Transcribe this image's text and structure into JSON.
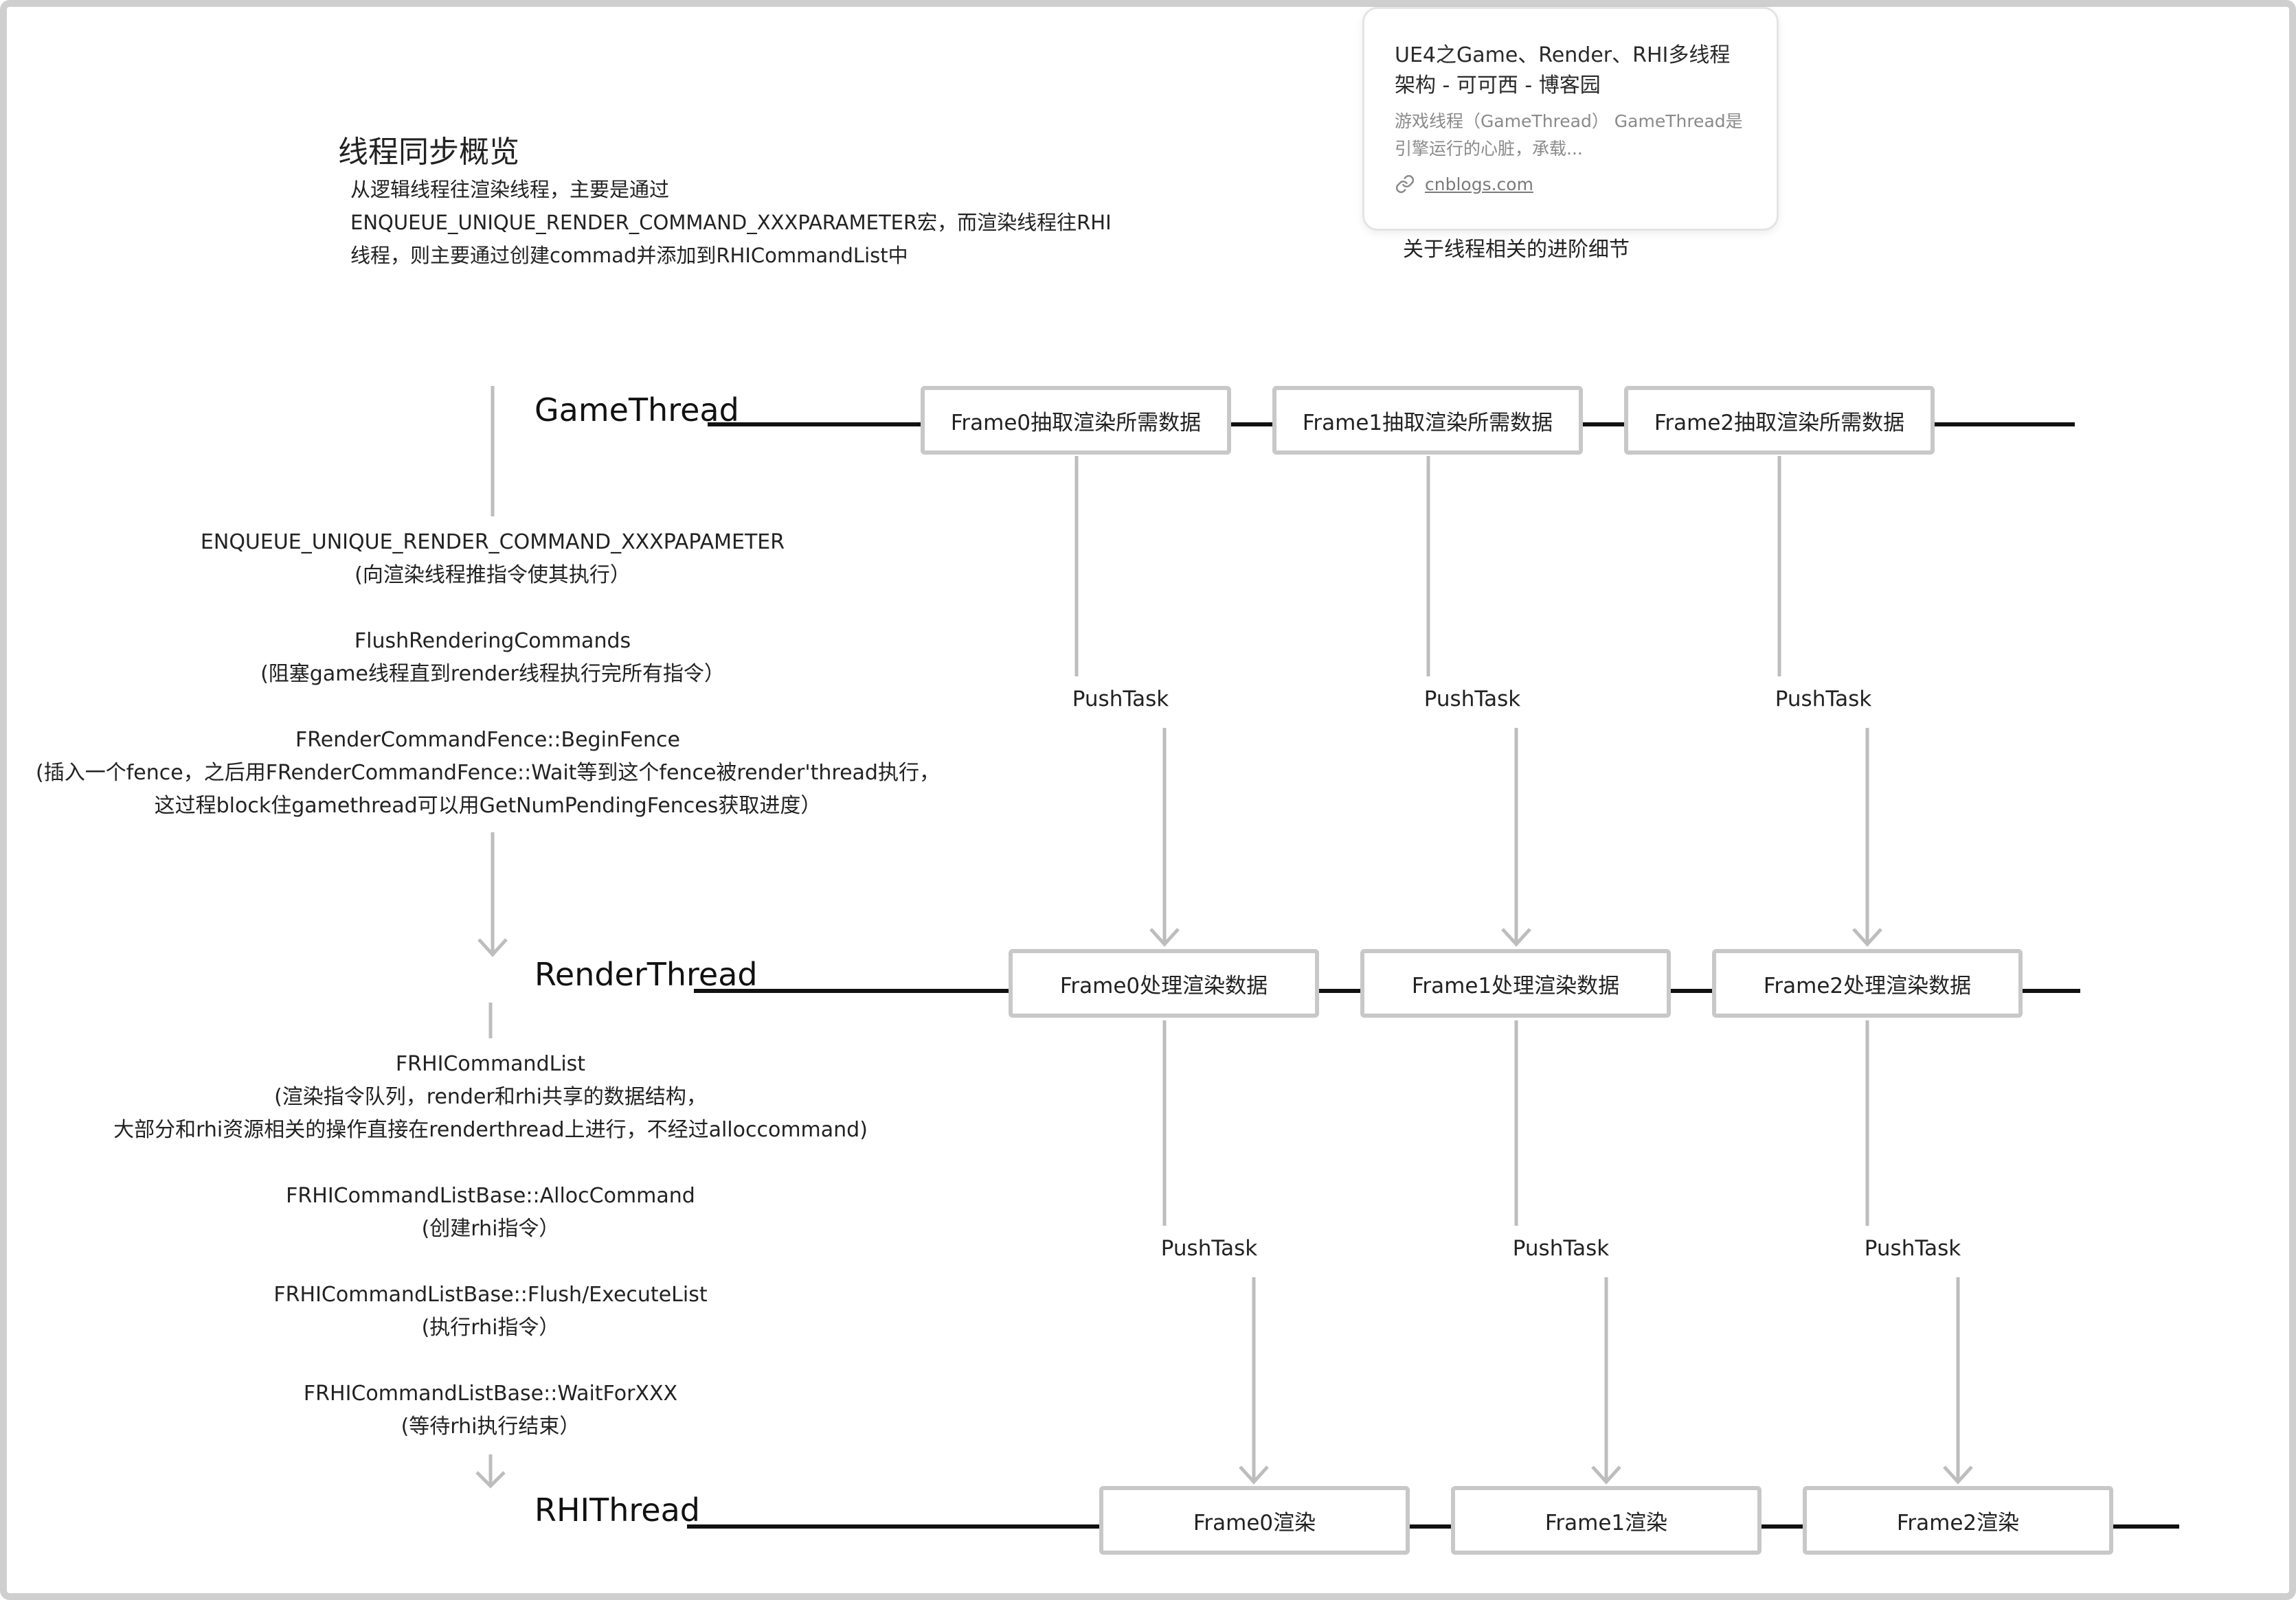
{
  "overview": {
    "title": "线程同步概览",
    "intro": [
      "从逻辑线程往渲染线程，主要是通过",
      "ENQUEUE_UNIQUE_RENDER_COMMAND_XXXPARAMETER宏，而渲染线程往RHI",
      "线程，则主要通过创建commad并添加到RHICommandList中"
    ]
  },
  "link_card": {
    "title": "UE4之Game、Render、RHI多线程架构 - 可可西 - 博客园",
    "description": "游戏线程（GameThread） GameThread是引擎运行的心脏，承载...",
    "link_icon": "link-icon",
    "domain": "cnblogs.com",
    "caption": "关于线程相关的进阶细节"
  },
  "threads": {
    "game": "GameThread",
    "render": "RenderThread",
    "rhi": "RHIThread"
  },
  "game_to_render_notes": [
    {
      "name": "ENQUEUE_UNIQUE_RENDER_COMMAND_XXXPAPAMETER",
      "desc": [
        "(向渲染线程推指令使其执行）"
      ]
    },
    {
      "name": "FlushRenderingCommands",
      "desc": [
        "(阻塞game线程直到render线程执行完所有指令）"
      ]
    },
    {
      "name": "FRenderCommandFence::BeginFence",
      "desc": [
        "(插入一个fence，之后用FRenderCommandFence::Wait等到这个fence被render'thread执行，",
        "这过程block住gamethread可以用GetNumPendingFences获取进度）"
      ]
    }
  ],
  "render_to_rhi_notes": [
    {
      "name": "FRHICommandList",
      "desc": [
        "(渲染指令队列，render和rhi共享的数据结构，",
        "大部分和rhi资源相关的操作直接在renderthread上进行，不经过alloccommand)"
      ]
    },
    {
      "name": "FRHICommandListBase::AllocCommand",
      "desc": [
        "(创建rhi指令）"
      ]
    },
    {
      "name": "FRHICommandListBase::Flush/ExecuteList",
      "desc": [
        "(执行rhi指令）"
      ]
    },
    {
      "name": "FRHICommandListBase::WaitForXXX",
      "desc": [
        "(等待rhi执行结束）"
      ]
    }
  ],
  "game_frames": [
    "Frame0抽取渲染所需数据",
    "Frame1抽取渲染所需数据",
    "Frame2抽取渲染所需数据"
  ],
  "render_frames": [
    "Frame0处理渲染数据",
    "Frame1处理渲染数据",
    "Frame2处理渲染数据"
  ],
  "rhi_frames": [
    "Frame0渲染",
    "Frame1渲染",
    "Frame2渲染"
  ],
  "push_label": "PushTask"
}
